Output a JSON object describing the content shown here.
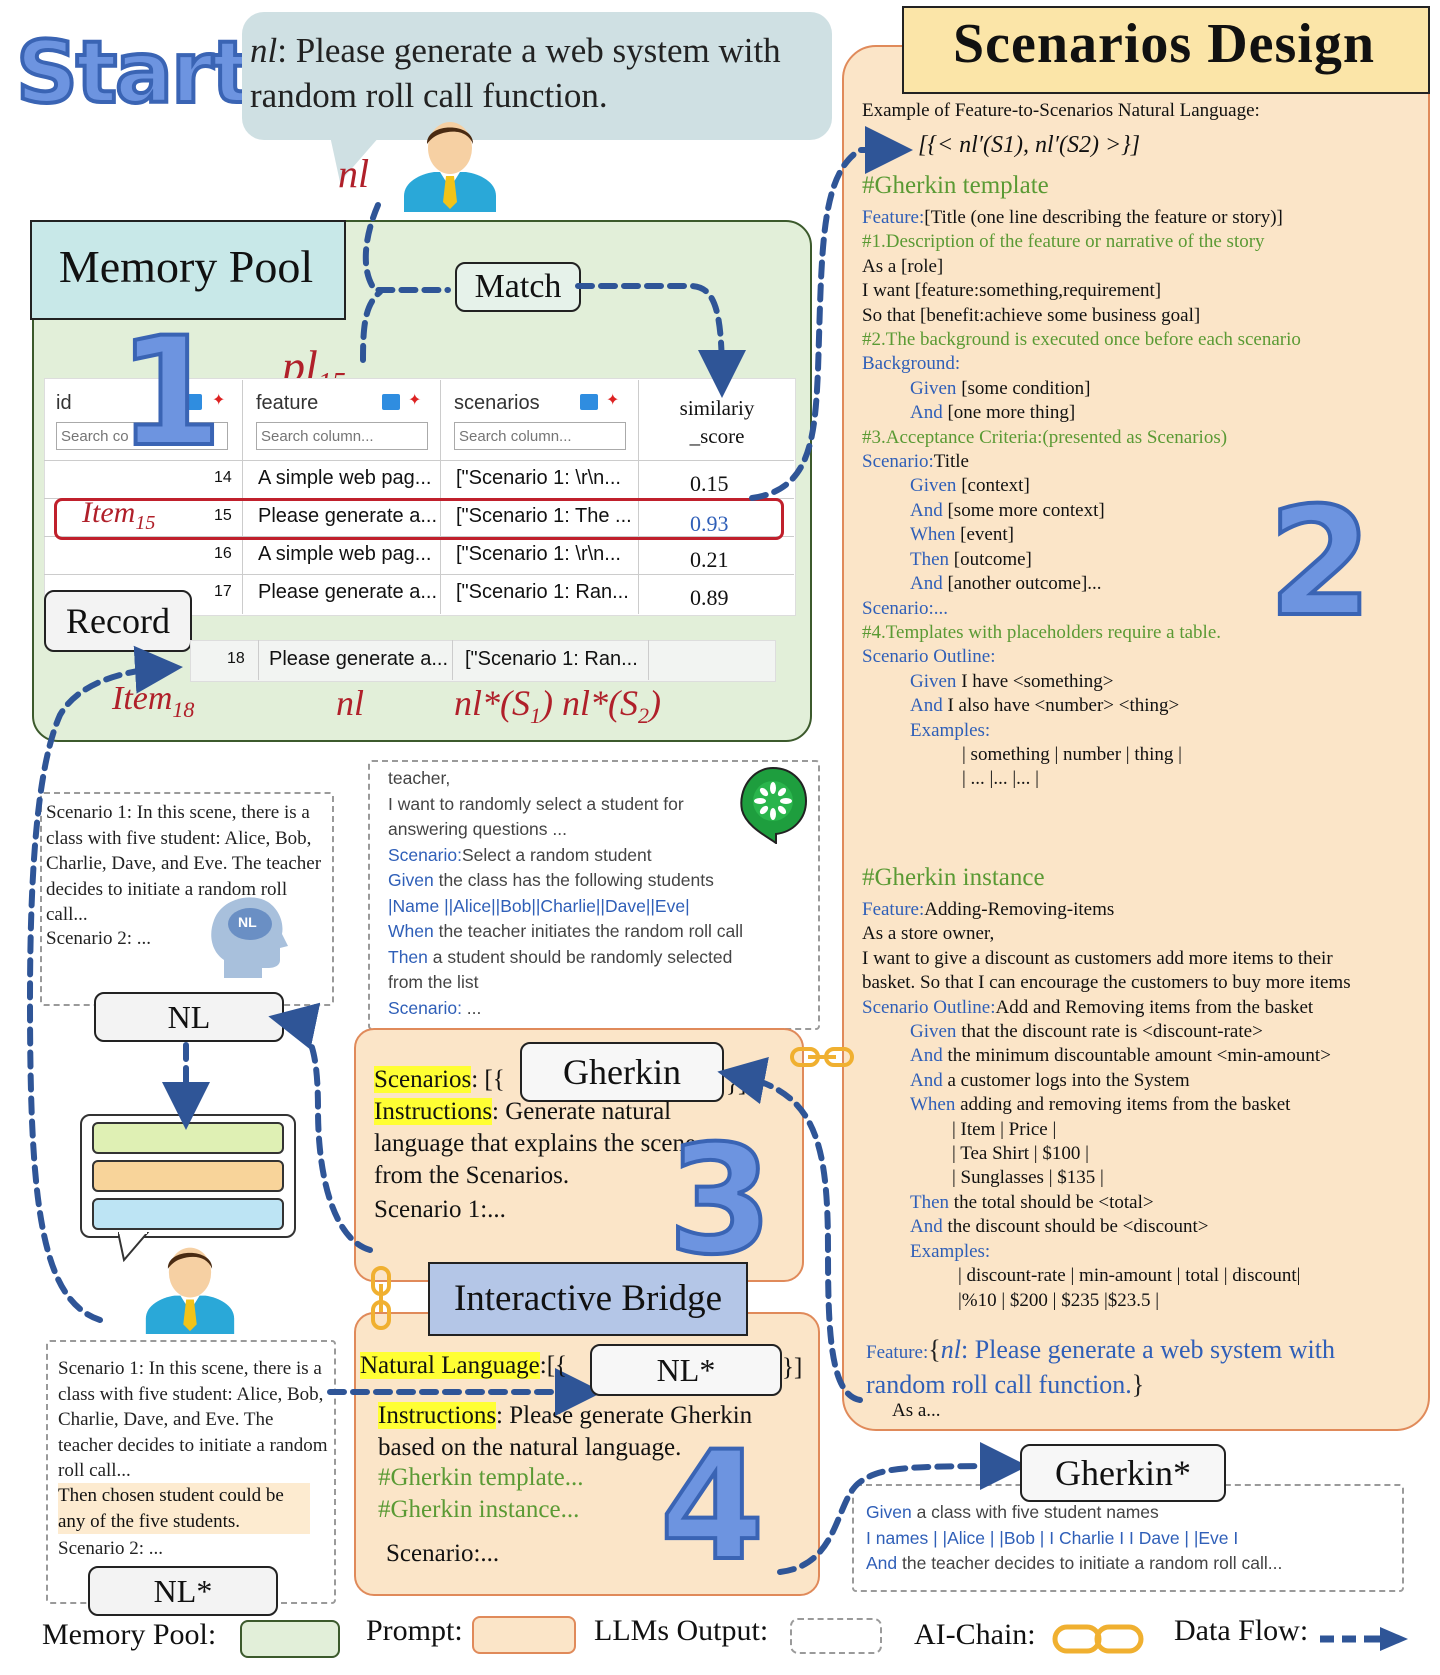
{
  "start": {
    "title": "Start",
    "bubble_var": "nl",
    "bubble_text": ": Please generate a web system with random roll call function.",
    "user_label": "nl"
  },
  "memory_pool": {
    "title": "Memory Pool",
    "match_label": "Match",
    "pl_label": "pl",
    "pl_sub": "15",
    "number": "1",
    "record_label": "Record",
    "table": {
      "headers": [
        "id",
        "feature",
        "scenarios",
        "similariy _score"
      ],
      "placeholders": [
        "Search co",
        "Search column...",
        "Search column..."
      ],
      "rows": [
        {
          "id": "14",
          "feature": "A simple web pag...",
          "scenarios": "[\"Scenario 1: \\r\\n...",
          "score": "0.15"
        },
        {
          "id": "15",
          "feature": "Please generate a...",
          "scenarios": "[\"Scenario 1: The ...",
          "score": "0.93"
        },
        {
          "id": "16",
          "feature": "A simple web pag...",
          "scenarios": "[\"Scenario 1: \\r\\n...",
          "score": "0.21"
        },
        {
          "id": "17",
          "feature": "Please generate a...",
          "scenarios": "[\"Scenario 1: Ran...",
          "score": "0.89"
        }
      ],
      "new_row": {
        "id": "18",
        "feature": "Please generate a...",
        "scenarios": "[\"Scenario 1: Ran..."
      }
    },
    "item15": "Item",
    "item15_sub": "15",
    "item18": "Item",
    "item18_sub": "18",
    "nl_under": "nl",
    "nl_star_s1": "nl*(S",
    "s1_sub": "1",
    "nl_star_s2": "nl*(S",
    "s2_sub": "2"
  },
  "scenarios_design": {
    "title": "Scenarios Design",
    "number": "2",
    "example_caption": "Example of Feature-to-Scenarios Natural Language:",
    "formula": "[{< nl′(S1), nl′(S2) >}]",
    "template_header": "#Gherkin template",
    "template_lines": [
      {
        "kw": "Feature:",
        "text": "[Title (one line describing the feature or story)]",
        "style": "kw",
        "indent": 0
      },
      {
        "kw": "",
        "text": "#1.Description of the feature or narrative of the story",
        "style": "comment",
        "indent": 0
      },
      {
        "kw": "",
        "text": "As a [role]",
        "style": "plain",
        "indent": 0
      },
      {
        "kw": "",
        "text": "I want [feature:something,requirement]",
        "style": "plain",
        "indent": 0
      },
      {
        "kw": "",
        "text": "So that [benefit:achieve some business goal]",
        "style": "plain",
        "indent": 0
      },
      {
        "kw": "",
        "text": "#2.The background is executed once before each scenario",
        "style": "comment",
        "indent": 0
      },
      {
        "kw": "Background:",
        "text": "",
        "style": "kw",
        "indent": 0
      },
      {
        "kw": "Given",
        "text": " [some condition]",
        "style": "kw",
        "indent": 1
      },
      {
        "kw": "And",
        "text": " [one more thing]",
        "style": "kw",
        "indent": 1
      },
      {
        "kw": "",
        "text": "#3.Acceptance Criteria:(presented as Scenarios)",
        "style": "comment",
        "indent": 0
      },
      {
        "kw": "Scenario:",
        "text": "Title",
        "style": "kw",
        "indent": 0
      },
      {
        "kw": "Given",
        "text": " [context]",
        "style": "kw",
        "indent": 1
      },
      {
        "kw": "And",
        "text": " [some more context]",
        "style": "kw",
        "indent": 1
      },
      {
        "kw": "When",
        "text": " [event]",
        "style": "kw",
        "indent": 1
      },
      {
        "kw": "Then",
        "text": " [outcome]",
        "style": "kw",
        "indent": 1
      },
      {
        "kw": "And",
        "text": " [another outcome]...",
        "style": "kw",
        "indent": 1
      },
      {
        "kw": "Scenario:...",
        "text": "",
        "style": "kw",
        "indent": 0
      },
      {
        "kw": "",
        "text": "#4.Templates with placeholders require a table.",
        "style": "comment",
        "indent": 0
      },
      {
        "kw": "Scenario Outline:",
        "text": "",
        "style": "kw",
        "indent": 0
      },
      {
        "kw": "Given",
        "text": " I have <something>",
        "style": "kw",
        "indent": 1
      },
      {
        "kw": "And",
        "text": " I also have <number> <thing>",
        "style": "kw",
        "indent": 1
      },
      {
        "kw": "Examples:",
        "text": "",
        "style": "kw",
        "indent": 1
      },
      {
        "kw": "",
        "text": "| something | number | thing |",
        "style": "plain",
        "indent": 2
      },
      {
        "kw": "",
        "text": "| ...            |...           |...       |",
        "style": "plain",
        "indent": 2
      }
    ],
    "instance_header": "#Gherkin instance",
    "instance_lines": [
      {
        "kw": "Feature:",
        "text": "Adding-Removing-items",
        "style": "kw",
        "indent": 0
      },
      {
        "kw": "",
        "text": "As a store owner,",
        "style": "plain",
        "indent": 0
      },
      {
        "kw": "",
        "text": "I want to give a discount as customers add more items to their",
        "style": "plain",
        "indent": 0
      },
      {
        "kw": "",
        "text": "basket. So that I can encourage the customers to buy more items",
        "style": "plain",
        "indent": 0
      },
      {
        "kw": "Scenario Outline:",
        "text": "Add and Removing items from the basket",
        "style": "kw",
        "indent": 0
      },
      {
        "kw": "Given",
        "text": " that the discount rate is <discount-rate>",
        "style": "kw",
        "indent": 1
      },
      {
        "kw": "And",
        "text": " the minimum discountable amount <min-amount>",
        "style": "kw",
        "indent": 1
      },
      {
        "kw": "And",
        "text": " a customer logs into the System",
        "style": "kw",
        "indent": 1
      },
      {
        "kw": "When",
        "text": " adding and removing items from the basket",
        "style": "kw",
        "indent": 1
      },
      {
        "kw": "",
        "text": "| Item          | Price |",
        "style": "plain",
        "indent": 3
      },
      {
        "kw": "",
        "text": "| Tea Shirt    | $100 |",
        "style": "plain",
        "indent": 3
      },
      {
        "kw": "",
        "text": "| Sunglasses | $135 |",
        "style": "plain",
        "indent": 3
      },
      {
        "kw": "Then",
        "text": " the total should be <total>",
        "style": "kw",
        "indent": 1
      },
      {
        "kw": "And",
        "text": " the discount should be <discount>",
        "style": "kw",
        "indent": 1
      },
      {
        "kw": "Examples:",
        "text": "",
        "style": "kw",
        "indent": 1
      },
      {
        "kw": "",
        "text": "| discount-rate | min-amount |   total | discount|",
        "style": "plain",
        "indent": 4
      },
      {
        "kw": "",
        "text": "|%10               |  $200          | $235 |$23.5      |",
        "style": "plain",
        "indent": 4
      }
    ],
    "feature_kw": "Feature:",
    "feature_open": "{",
    "feature_nl": "nl",
    "feature_text": ": Please generate a web system with random roll call function.",
    "feature_close": "}",
    "as_a": "As a..."
  },
  "nl_panel": {
    "text": "Scenario 1: In this scene, there is a class with five student: Alice, Bob, Charlie, Dave, and Eve. The teacher decides to initiate a random roll call...",
    "scenario2": "Scenario 2:  ...",
    "head_icon_label": "NL",
    "nl_label": "NL"
  },
  "gherkin_output": {
    "l1": "teacher,",
    "l2": "I want to randomly select a student for",
    "l3": "answering questions ...",
    "scenario_kw": "Scenario:",
    "scenario_text": "Select a random student",
    "given_kw": "Given",
    "given_text": " the class has the following students",
    "table_row": "|Name ||Alice||Bob||Charlie||Dave||Eve|",
    "when_kw": "When",
    "when_text": " the teacher initiates the random roll call",
    "then_kw": "Then",
    "then_text": " a student should be randomly selected",
    "then_text2": "from the list",
    "scenario2_kw": "Scenario:",
    "scenario2_text": "  ..."
  },
  "prompt3": {
    "gherkin_label": "Gherkin",
    "scenarios_kw": "Scenarios",
    "scenarios_rest": ": [{",
    "close": "}]",
    "instructions_kw": "Instructions",
    "instructions_text": ": Generate natural language that explains the scene from the Scenarios.",
    "scenario1": "Scenario 1:...",
    "number": "3"
  },
  "bridge": {
    "label": "Interactive Bridge"
  },
  "prompt4": {
    "nl_kw": "Natural Language",
    "nl_rest": ":[{",
    "nl_chip": "NL*",
    "close": "}]",
    "instructions_kw": "Instructions",
    "instructions_text": ": Please generate Gherkin based on the natural language.",
    "template": "#Gherkin template...",
    "instance": "#Gherkin instance...",
    "scenario": "Scenario:...",
    "number": "4"
  },
  "nl_star_panel": {
    "text": "Scenario 1: In this scene, there is a class with five student: Alice, Bob, Charlie, Dave, and Eve. The teacher decides to initiate a random roll call...",
    "highlight": "Then chosen student could be any of the five students.",
    "scenario2": "Scenario 2:   ...",
    "label": "NL*"
  },
  "gherkin_star": {
    "label": "Gherkin*",
    "given_kw": "Given",
    "given_text": " a class with five student names",
    "table_row": "I names |  |Alice |  |Bob |  I Charlie I  I Dave |  |Eve I",
    "and_kw": "And",
    "and_text": " the teacher decides to initiate a random roll call..."
  },
  "legend": {
    "memory_pool": "Memory Pool:",
    "prompt": "Prompt:",
    "llm_output": "LLMs Output:",
    "ai_chain": "AI-Chain:",
    "data_flow": "Data Flow:",
    "colors": {
      "memory": "#e2efd9",
      "prompt": "#fbe5c8",
      "arrow": "#2f5597",
      "chain": "#f0b030",
      "highlight": "#ffff33"
    }
  }
}
